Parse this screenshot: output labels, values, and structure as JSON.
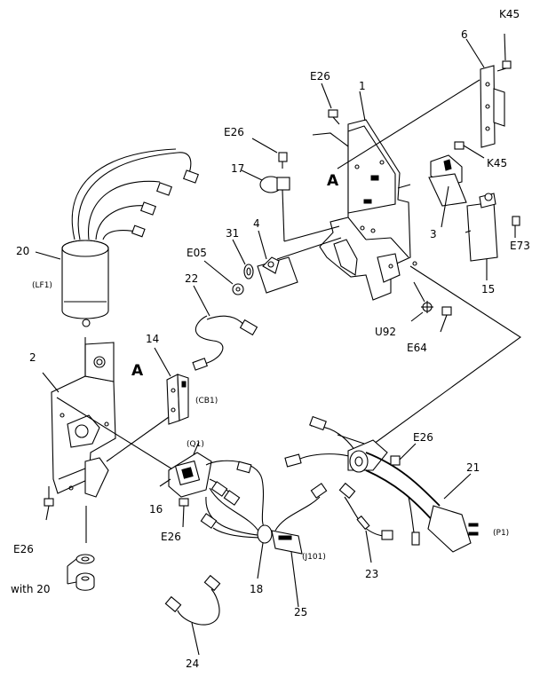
{
  "labels": {
    "k45_top": "K45",
    "n6": "6",
    "e26_top": "E26",
    "n1": "1",
    "e26_mid": "E26",
    "n17": "17",
    "a_top": "A",
    "k45_mid": "K45",
    "n3": "3",
    "e73": "E73",
    "n4": "4",
    "n31": "31",
    "e05": "E05",
    "n20": "20",
    "lf1": "(LF1)",
    "n15": "15",
    "n22": "22",
    "u92": "U92",
    "e64": "E64",
    "n14": "14",
    "n2": "2",
    "a_left": "A",
    "cb1": "(CB1)",
    "q1": "(Q1)",
    "e26_right": "E26",
    "n21": "21",
    "n16": "16",
    "e26_low": "E26",
    "p1": "(P1)",
    "e26_left": "E26",
    "j101": "(J101)",
    "n23": "23",
    "with20": "with 20",
    "n18": "18",
    "n25": "25",
    "n24": "24"
  }
}
